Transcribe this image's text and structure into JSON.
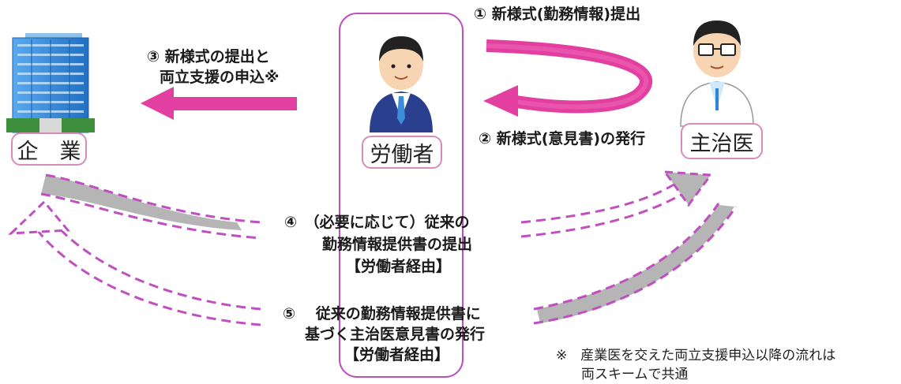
{
  "nodes": {
    "company": "企　業",
    "worker": "労働者",
    "doctor": "主治医"
  },
  "steps": {
    "s1": "① 新様式(勤務情報)提出",
    "s2": "② 新様式(意見書)の発行",
    "s3_line1": "③ 新様式の提出と",
    "s3_line2": "両立支援の申込※",
    "s4_line1": "④　（必要に応じて）従来の",
    "s4_line2": "勤務情報提供書の提出",
    "s4_line3": "【労働者経由】",
    "s5_line1": "⑤　 従来の勤務情報提供書に",
    "s5_line2": "基づく主治医意見書の発行",
    "s5_line3": "【労働者経由】"
  },
  "note": {
    "line1": "※　産業医を交えた両立支援申込以降の流れは",
    "line2": "両スキームで共通"
  },
  "colors": {
    "accent_pink": "#e23fa0",
    "dashed_purple": "#c04fbf",
    "box_border": "#d98cb8",
    "gray_arrow": "#b5b5b5",
    "building_blue": "#2f86d8"
  }
}
